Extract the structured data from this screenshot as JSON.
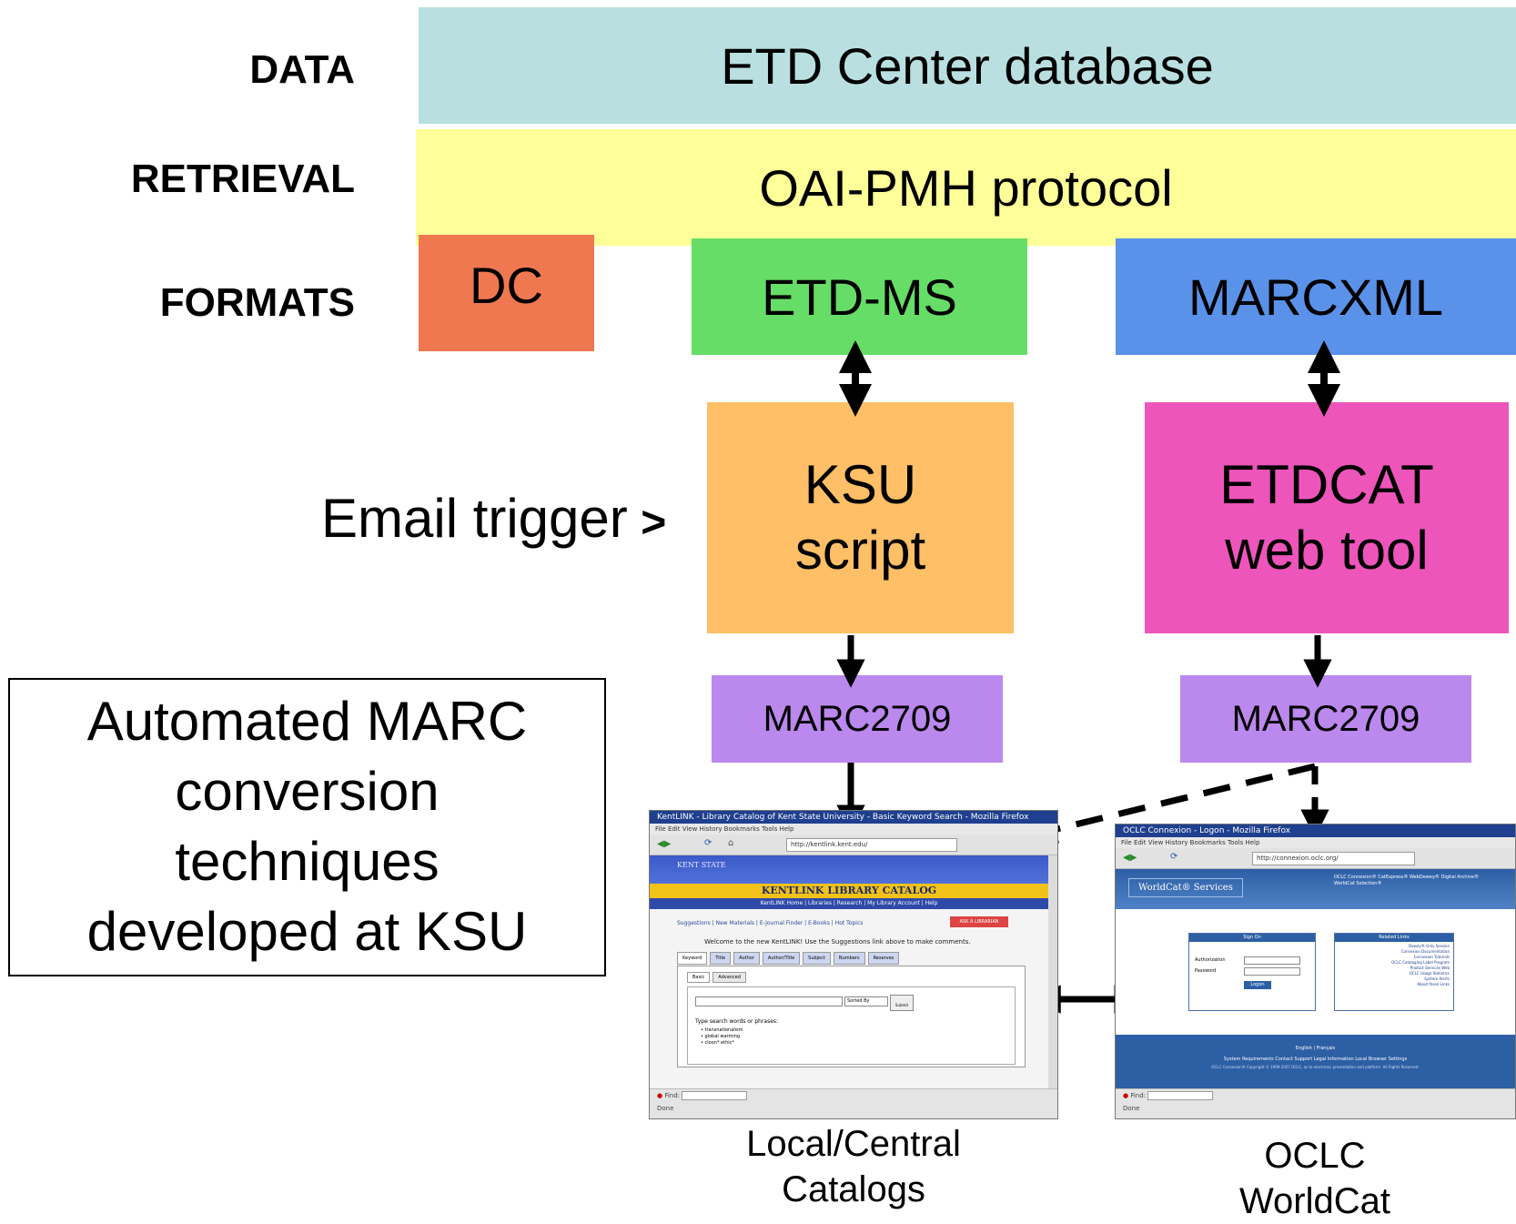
{
  "rows": {
    "data": "DATA",
    "retrieval": "RETRIEVAL",
    "formats": "FORMATS"
  },
  "layers": {
    "database": "ETD Center database",
    "protocol": "OAI-PMH protocol"
  },
  "formats": {
    "dc": "DC",
    "etdms": "ETD-MS",
    "marcxml": "MARCXML"
  },
  "tools": {
    "ksu": "KSU\nscript",
    "etdcat": "ETDCAT\nweb tool"
  },
  "trigger": "Email trigger",
  "trigger_arrow": ">",
  "outputs": {
    "left": "MARC2709",
    "right": "MARC2709"
  },
  "note": "Automated MARC\nconversion\ntechniques\ndeveloped at KSU",
  "captions": {
    "left": "Local/Central\nCatalogs",
    "right": "OCLC\nWorldCat"
  },
  "screens": {
    "kent": {
      "window_title": "KentLINK - Library Catalog of Kent State University - Basic Keyword Search - Mozilla Firefox",
      "menu": "File  Edit  View  History  Bookmarks  Tools  Help",
      "url": "http://kentlink.kent.edu/",
      "logo": "KENT STATE",
      "banner": "KENTLINK LIBRARY CATALOG",
      "nav": "KentLINK Home  |  Libraries  |  Research  |  My Library Account  |  Help",
      "subnav": "Suggestions  |  New Materials  |  E-Journal Finder  |  E-Books  |  Hot Topics",
      "ask": "ASK A LIBRARIAN",
      "welcome": "Welcome to the new KentLINK! Use the Suggestions link above to make comments.",
      "tabs": [
        "Keyword",
        "Title",
        "Author",
        "Author/Title",
        "Subject",
        "Numbers",
        "Reserves"
      ],
      "subtabs": [
        "Basic",
        "Advanced"
      ],
      "sort": "Sorted By",
      "submit": "Submit",
      "hint": "Type search words or phrases:",
      "examples": [
        "• transnationalism",
        "• global warming",
        "• cloon* ethic*"
      ],
      "find": "Find:",
      "status": "Done"
    },
    "oclc": {
      "window_title": "OCLC Connexion - Logon - Mozilla Firefox",
      "menu": "File  Edit  View  History  Bookmarks  Tools  Help",
      "url": "http://connexion.oclc.org/",
      "brand": "WorldCat® Services",
      "products": "OCLC Connexion®  CatExpress®  WebDewey®   Digital Archive®  WorldCat Selection®",
      "signon": "Sign On",
      "auth": "Authorization",
      "password": "Password",
      "logon": "Logon",
      "related": "Related Links",
      "links": [
        "Dewey®-Only Session",
        "Connexion Documentation",
        "Connexion Tutorials",
        "OCLC Cataloging Label Program",
        "Product Services Web",
        "OCLC Usage Statistics",
        "System Alerts",
        "About these Links"
      ],
      "lang": "English  |  Français",
      "footer": "System Requirements   Contact Support   Legal Information   Local Browser Settings",
      "copyright": "OCLC Connexion® Copyright © 1999-2007 OCLC, as to electronic presentation and platform. All Rights Reserved.",
      "find": "Find:",
      "status": "Done"
    }
  }
}
